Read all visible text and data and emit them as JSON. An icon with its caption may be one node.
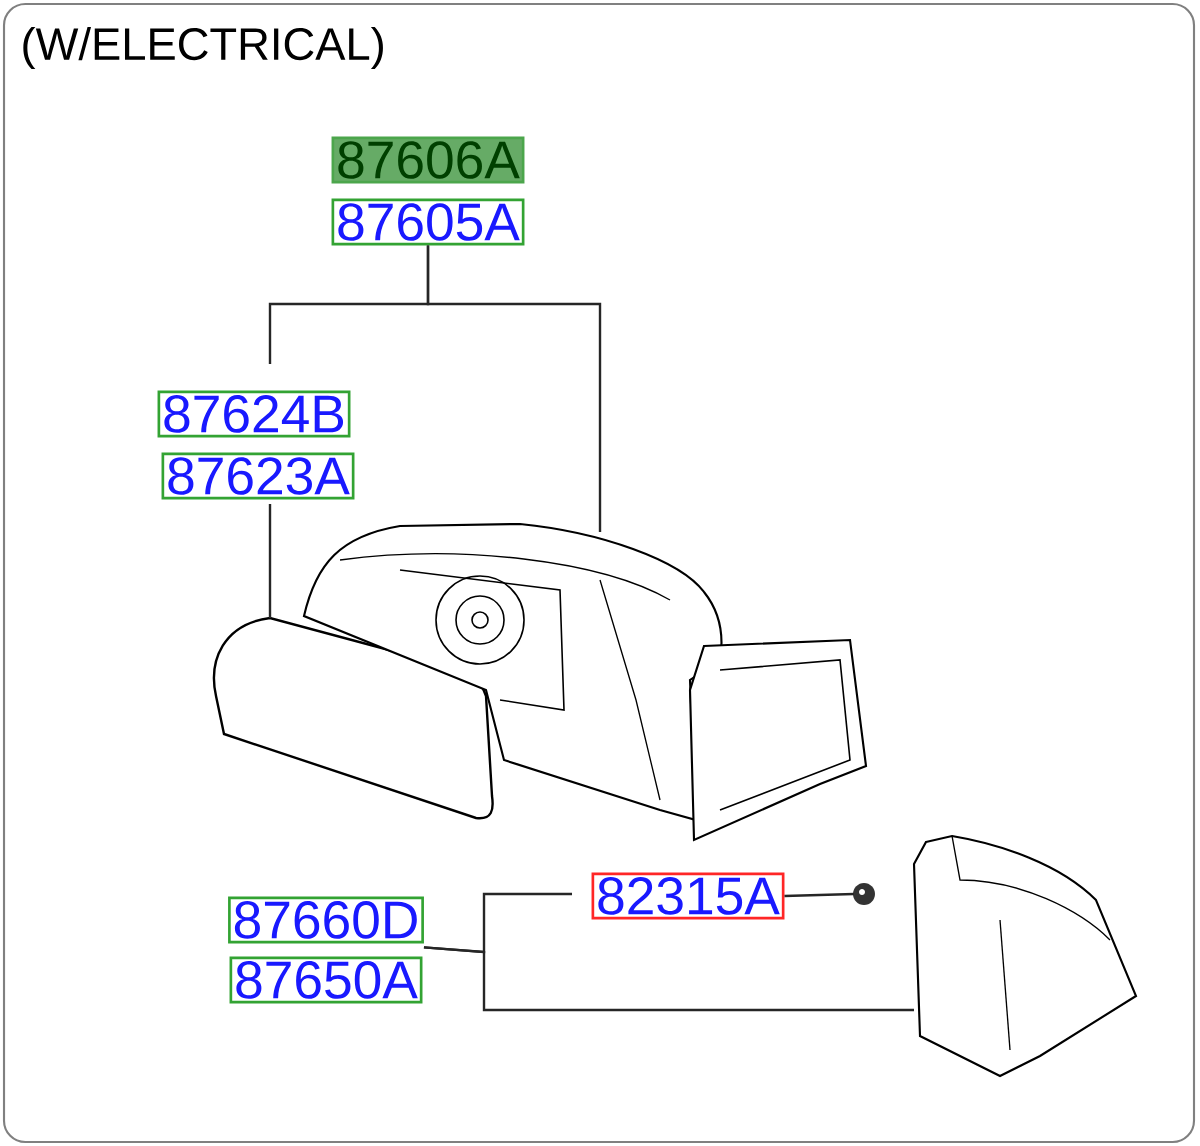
{
  "diagram": {
    "title": "(W/ELECTRICAL)",
    "nodes": [
      {
        "text": [
          "87606A"
        ]
      },
      {
        "text": [
          "87605A"
        ]
      },
      {
        "text": [
          "87624B"
        ]
      },
      {
        "text": [
          "87623A"
        ]
      },
      {
        "text": [
          "87660D"
        ]
      },
      {
        "text": [
          "87650A"
        ]
      },
      {
        "text": [
          "82315A"
        ]
      },
      {
        "text": [],
        "shape": "picture"
      },
      {
        "text": [],
        "shape": "picture"
      },
      {
        "text": [],
        "shape": "picture"
      },
      {
        "text": [],
        "shape": "picture"
      }
    ],
    "edges": [
      {
        "from": 1,
        "to": 2,
        "arrow": "none"
      },
      {
        "from": 1,
        "to": 8,
        "arrow": "none"
      },
      {
        "from": 3,
        "to": 7,
        "arrow": "none"
      },
      {
        "from": 4,
        "to": 6,
        "arrow": "none"
      },
      {
        "from": 4,
        "to": 10,
        "arrow": "none"
      },
      {
        "from": 6,
        "to": 9,
        "arrow": "none"
      }
    ]
  }
}
